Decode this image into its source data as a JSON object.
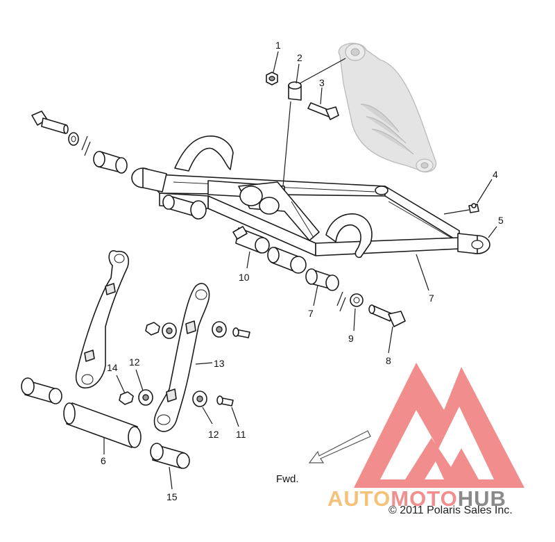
{
  "callouts": {
    "c1": "1",
    "c2": "2",
    "c3": "3",
    "c4": "4",
    "c5": "5",
    "c6": "6",
    "c7a": "7",
    "c7b": "7",
    "c8": "8",
    "c9": "9",
    "c10": "10",
    "c11": "11",
    "c12a": "12",
    "c12b": "12",
    "c13": "13",
    "c14": "14",
    "c15": "15"
  },
  "direction_label": "Fwd.",
  "copyright": "© 2011 Polaris Sales Inc.",
  "watermark": {
    "part1": "AUTO",
    "part2": "MOTO",
    "part3": "HUB",
    "colors": {
      "auto": "#f5c27a",
      "moto": "#f38e8e",
      "hub": "#8a8a8a",
      "logo": "#f07a7a"
    }
  }
}
